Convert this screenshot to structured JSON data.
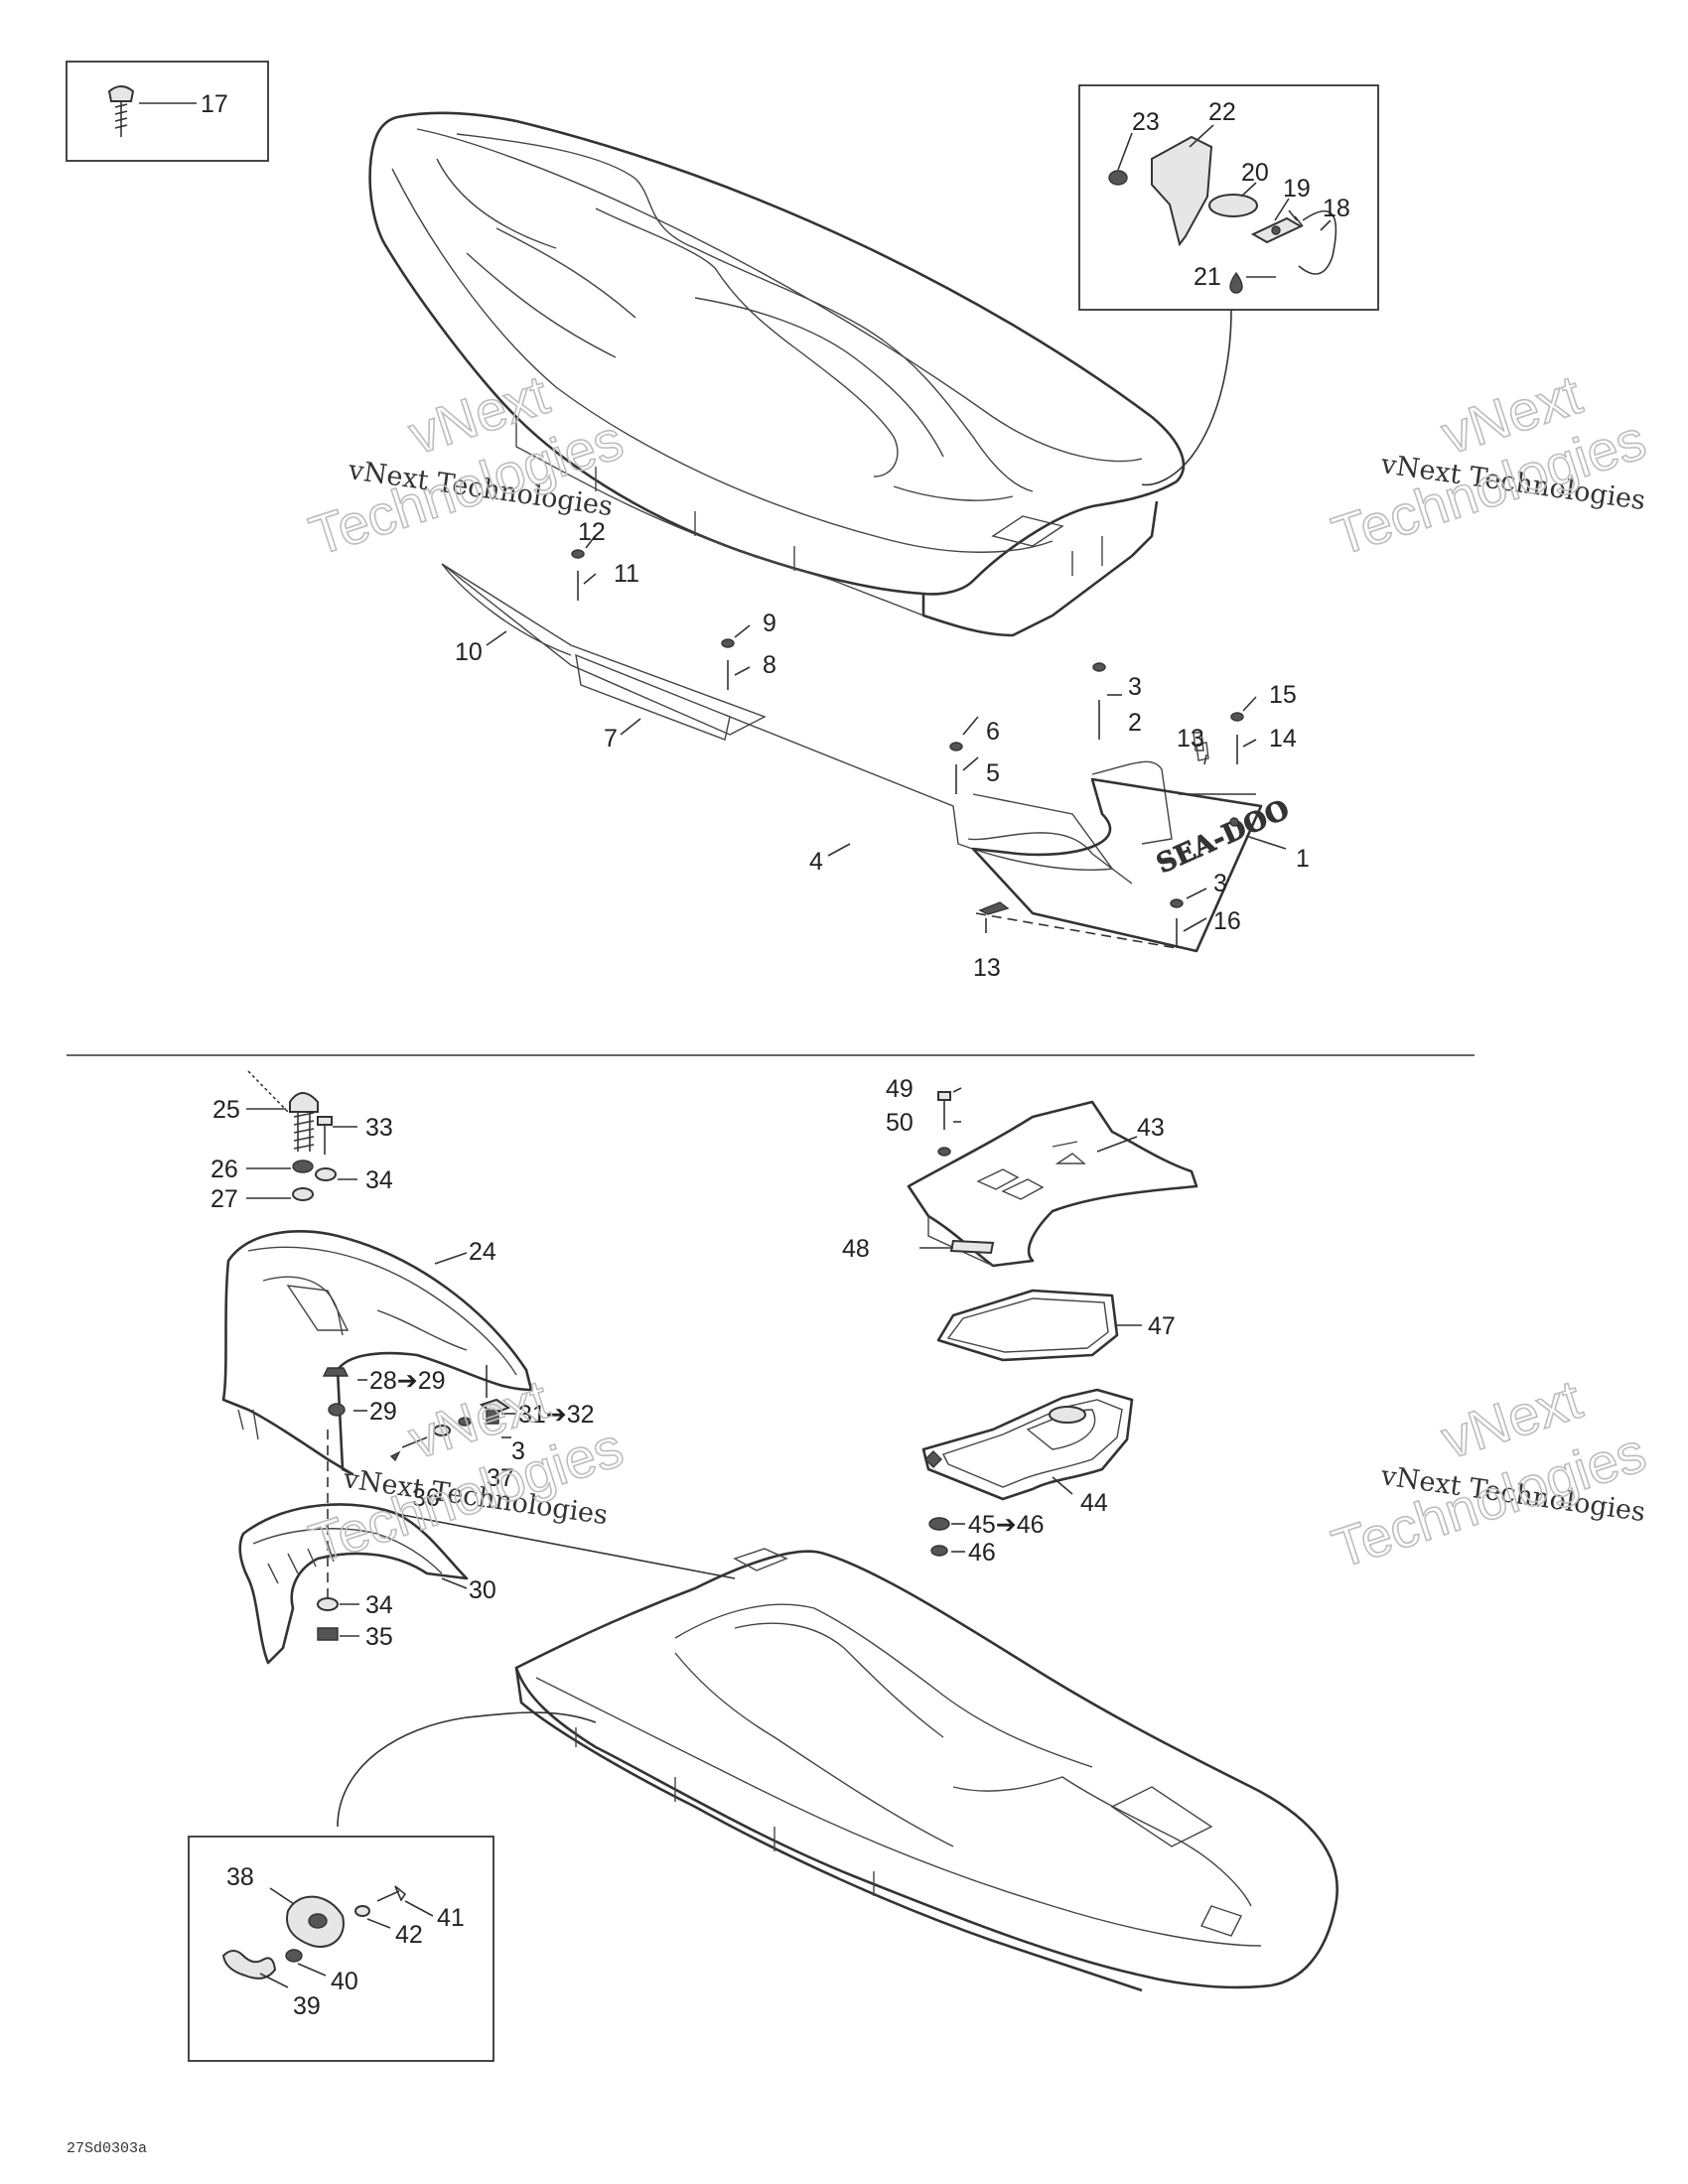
{
  "callouts": [
    {
      "id": "c17",
      "text": "17"
    },
    {
      "id": "c22",
      "text": "22"
    },
    {
      "id": "c23",
      "text": "23"
    },
    {
      "id": "c20",
      "text": "20"
    },
    {
      "id": "c19",
      "text": "19"
    },
    {
      "id": "c18",
      "text": "18"
    },
    {
      "id": "c21",
      "text": "21"
    },
    {
      "id": "c12",
      "text": "12"
    },
    {
      "id": "c11",
      "text": "11"
    },
    {
      "id": "c10",
      "text": "10"
    },
    {
      "id": "c9",
      "text": "9"
    },
    {
      "id": "c8",
      "text": "8"
    },
    {
      "id": "c7",
      "text": "7"
    },
    {
      "id": "c3a",
      "text": "3"
    },
    {
      "id": "c2",
      "text": "2"
    },
    {
      "id": "c15",
      "text": "15"
    },
    {
      "id": "c14",
      "text": "14"
    },
    {
      "id": "c6",
      "text": "6"
    },
    {
      "id": "c5",
      "text": "5"
    },
    {
      "id": "c13a",
      "text": "13"
    },
    {
      "id": "c1",
      "text": "1"
    },
    {
      "id": "c4",
      "text": "4"
    },
    {
      "id": "c3b",
      "text": "3"
    },
    {
      "id": "c16",
      "text": "16"
    },
    {
      "id": "c13b",
      "text": "13"
    },
    {
      "id": "c25",
      "text": "25"
    },
    {
      "id": "c33",
      "text": "33"
    },
    {
      "id": "c26",
      "text": "26"
    },
    {
      "id": "c34a",
      "text": "34"
    },
    {
      "id": "c27",
      "text": "27"
    },
    {
      "id": "c24",
      "text": "24"
    },
    {
      "id": "c28",
      "text": "28➔29"
    },
    {
      "id": "c29",
      "text": "29"
    },
    {
      "id": "c31",
      "text": "31➔32"
    },
    {
      "id": "c3c",
      "text": "3"
    },
    {
      "id": "c37",
      "text": "37"
    },
    {
      "id": "c36",
      "text": "36"
    },
    {
      "id": "c30",
      "text": "30"
    },
    {
      "id": "c34b",
      "text": "34"
    },
    {
      "id": "c35",
      "text": "35"
    },
    {
      "id": "c49",
      "text": "49"
    },
    {
      "id": "c50",
      "text": "50"
    },
    {
      "id": "c43",
      "text": "43"
    },
    {
      "id": "c48",
      "text": "48"
    },
    {
      "id": "c47",
      "text": "47"
    },
    {
      "id": "c44",
      "text": "44"
    },
    {
      "id": "c45",
      "text": "45➔46"
    },
    {
      "id": "c46",
      "text": "46"
    },
    {
      "id": "c38",
      "text": "38"
    },
    {
      "id": "c41",
      "text": "41"
    },
    {
      "id": "c42",
      "text": "42"
    },
    {
      "id": "c40",
      "text": "40"
    },
    {
      "id": "c39",
      "text": "39"
    }
  ],
  "watermark": {
    "brand_line1": "vNext",
    "brand_line2": "Technologies",
    "company": "vNext Technologies"
  },
  "decal_text": "SEA-DOO",
  "figure_ref": "27Sd0303a"
}
